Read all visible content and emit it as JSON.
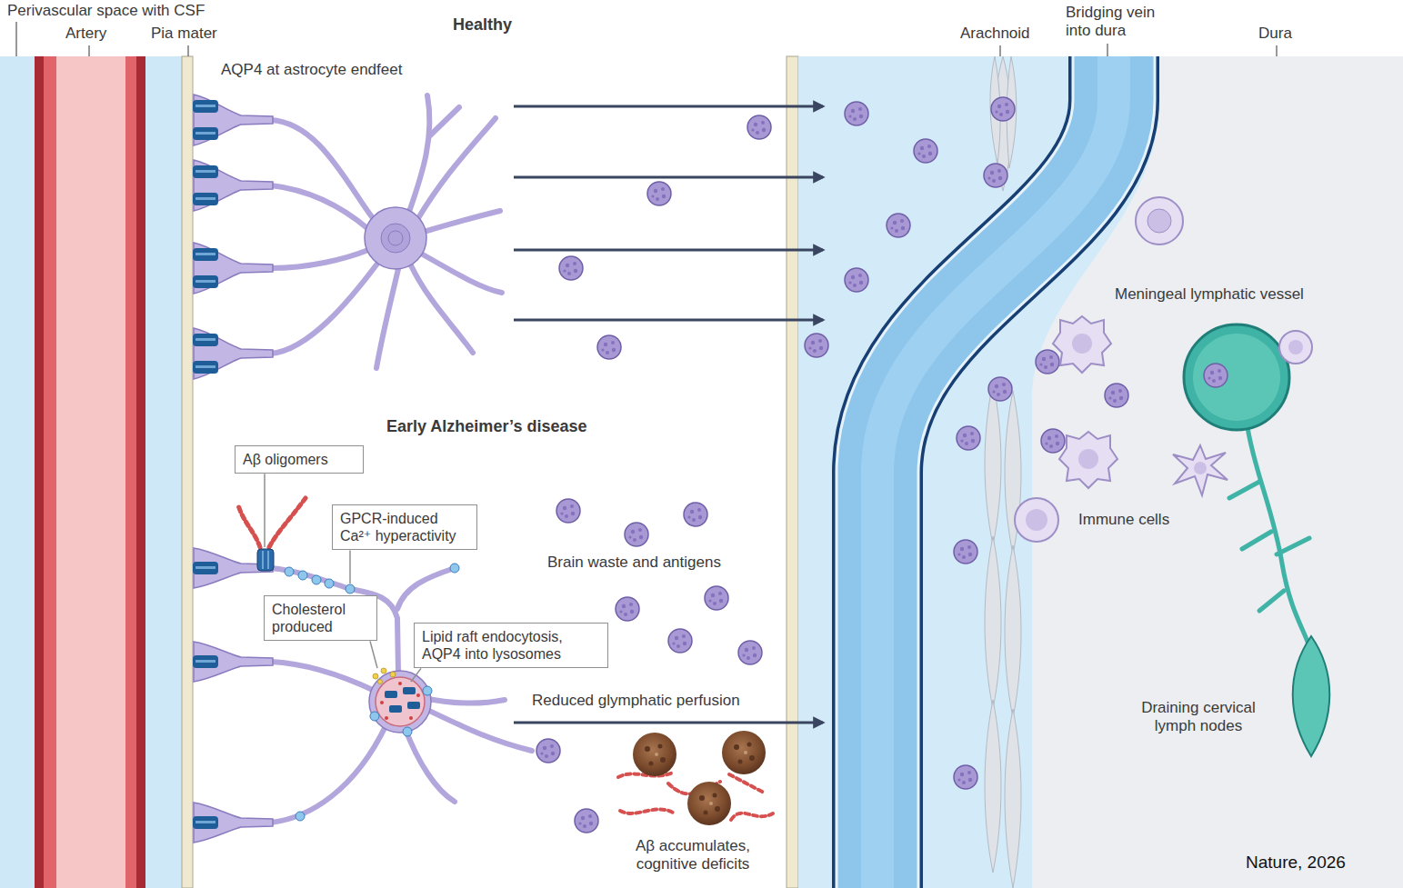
{
  "diagram": {
    "nodes": [
      {
        "text": [
          "Aβ oligomers"
        ]
      },
      {
        "text": [
          "GPCR-induced Ca²⁺ hyperactivity"
        ]
      },
      {
        "text": [
          "Cholesterol produced"
        ]
      },
      {
        "text": [
          "Lipid raft endocytosis, AQP4 into lysosomes"
        ]
      }
    ],
    "labels": [
      "Perivascular space with CSF",
      "Artery",
      "Pia mater",
      "Healthy",
      "Arachnoid",
      "Bridging vein into dura",
      "Dura",
      "AQP4 at astrocyte endfeet",
      "Meningeal lymphatic vessel",
      "Early Alzheimer’s disease",
      "Immune cells",
      "Brain waste and antigens",
      "Reduced glymphatic perfusion",
      "Draining cervical lymph nodes",
      "Aβ accumulates, cognitive deficits",
      "Nature, 2026"
    ]
  }
}
